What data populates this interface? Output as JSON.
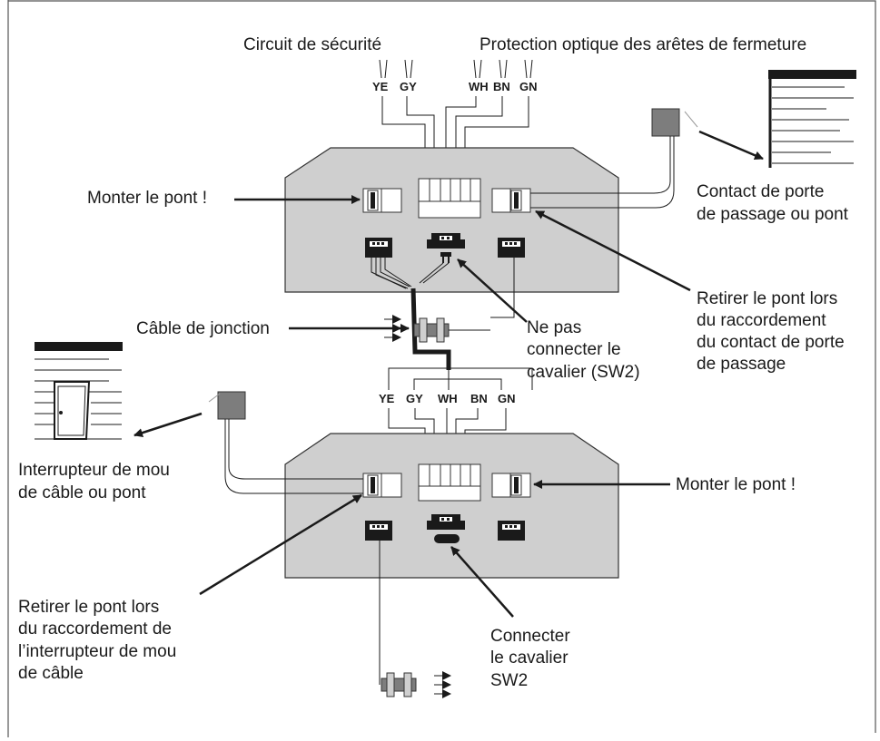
{
  "top_labels": {
    "safety_circuit": "Circuit de sécurité",
    "optical_protection": "Protection optique des arêtes de fermeture"
  },
  "wire_codes_top": [
    "YE",
    "GY",
    "WH",
    "BN",
    "GN"
  ],
  "wire_codes_bottom": [
    "YE",
    "GY",
    "WH",
    "BN",
    "GN"
  ],
  "annotations": {
    "mount_bridge_top": "Monter le pont !",
    "door_contact_1": "Contact de porte",
    "door_contact_2": "de passage ou pont",
    "remove_bridge_top_1": "Retirer le pont lors",
    "remove_bridge_top_2": "du raccordement",
    "remove_bridge_top_3": "du contact de porte",
    "remove_bridge_top_4": "de passage",
    "junction_cable": "Câble de jonction",
    "no_jumper_1": "Ne pas",
    "no_jumper_2": "connecter le",
    "no_jumper_3": "cavalier (SW2)",
    "slack_switch_1": "Interrupteur de mou",
    "slack_switch_2": "de câble ou pont",
    "mount_bridge_bottom": "Monter le pont !",
    "remove_bridge_bottom_1": "Retirer le pont lors",
    "remove_bridge_bottom_2": "du raccordement de",
    "remove_bridge_bottom_3": "l’interrupteur de mou",
    "remove_bridge_bottom_4": "de câble",
    "connect_jumper_1": "Connecter",
    "connect_jumper_2": "le cavalier",
    "connect_jumper_3": "SW2"
  },
  "colors": {
    "board_fill": "#cfcfcf",
    "switch_fill": "#7d7d7d",
    "line": "#1a1a1a"
  }
}
